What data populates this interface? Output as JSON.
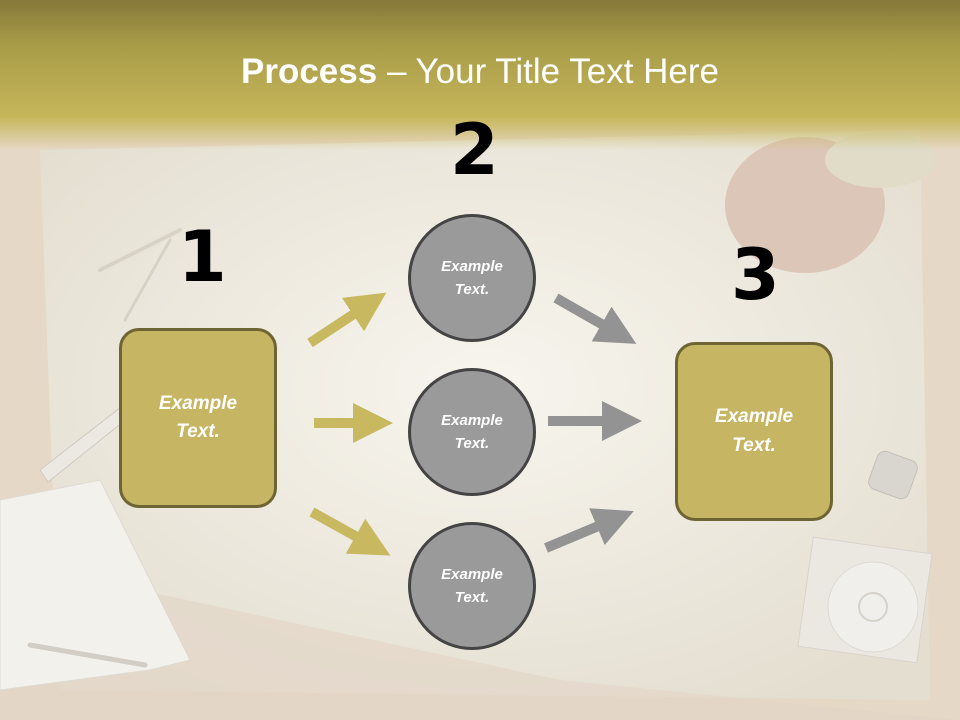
{
  "title": {
    "bold": "Process",
    "rest": " – Your Title Text Here"
  },
  "steps": [
    "1",
    "2",
    "3"
  ],
  "left_box": {
    "label": "Example Text."
  },
  "right_box": {
    "label": "Example Text."
  },
  "circles": [
    {
      "label": "Example Text."
    },
    {
      "label": "Example Text."
    },
    {
      "label": "Example Text."
    }
  ],
  "colors": {
    "header": "#b8aa55",
    "box_fill": "#c6b563",
    "box_border": "#6f6534",
    "circle_fill": "#9a9a9a",
    "arrow_gold": "#c8b860",
    "arrow_gray": "#939393"
  }
}
